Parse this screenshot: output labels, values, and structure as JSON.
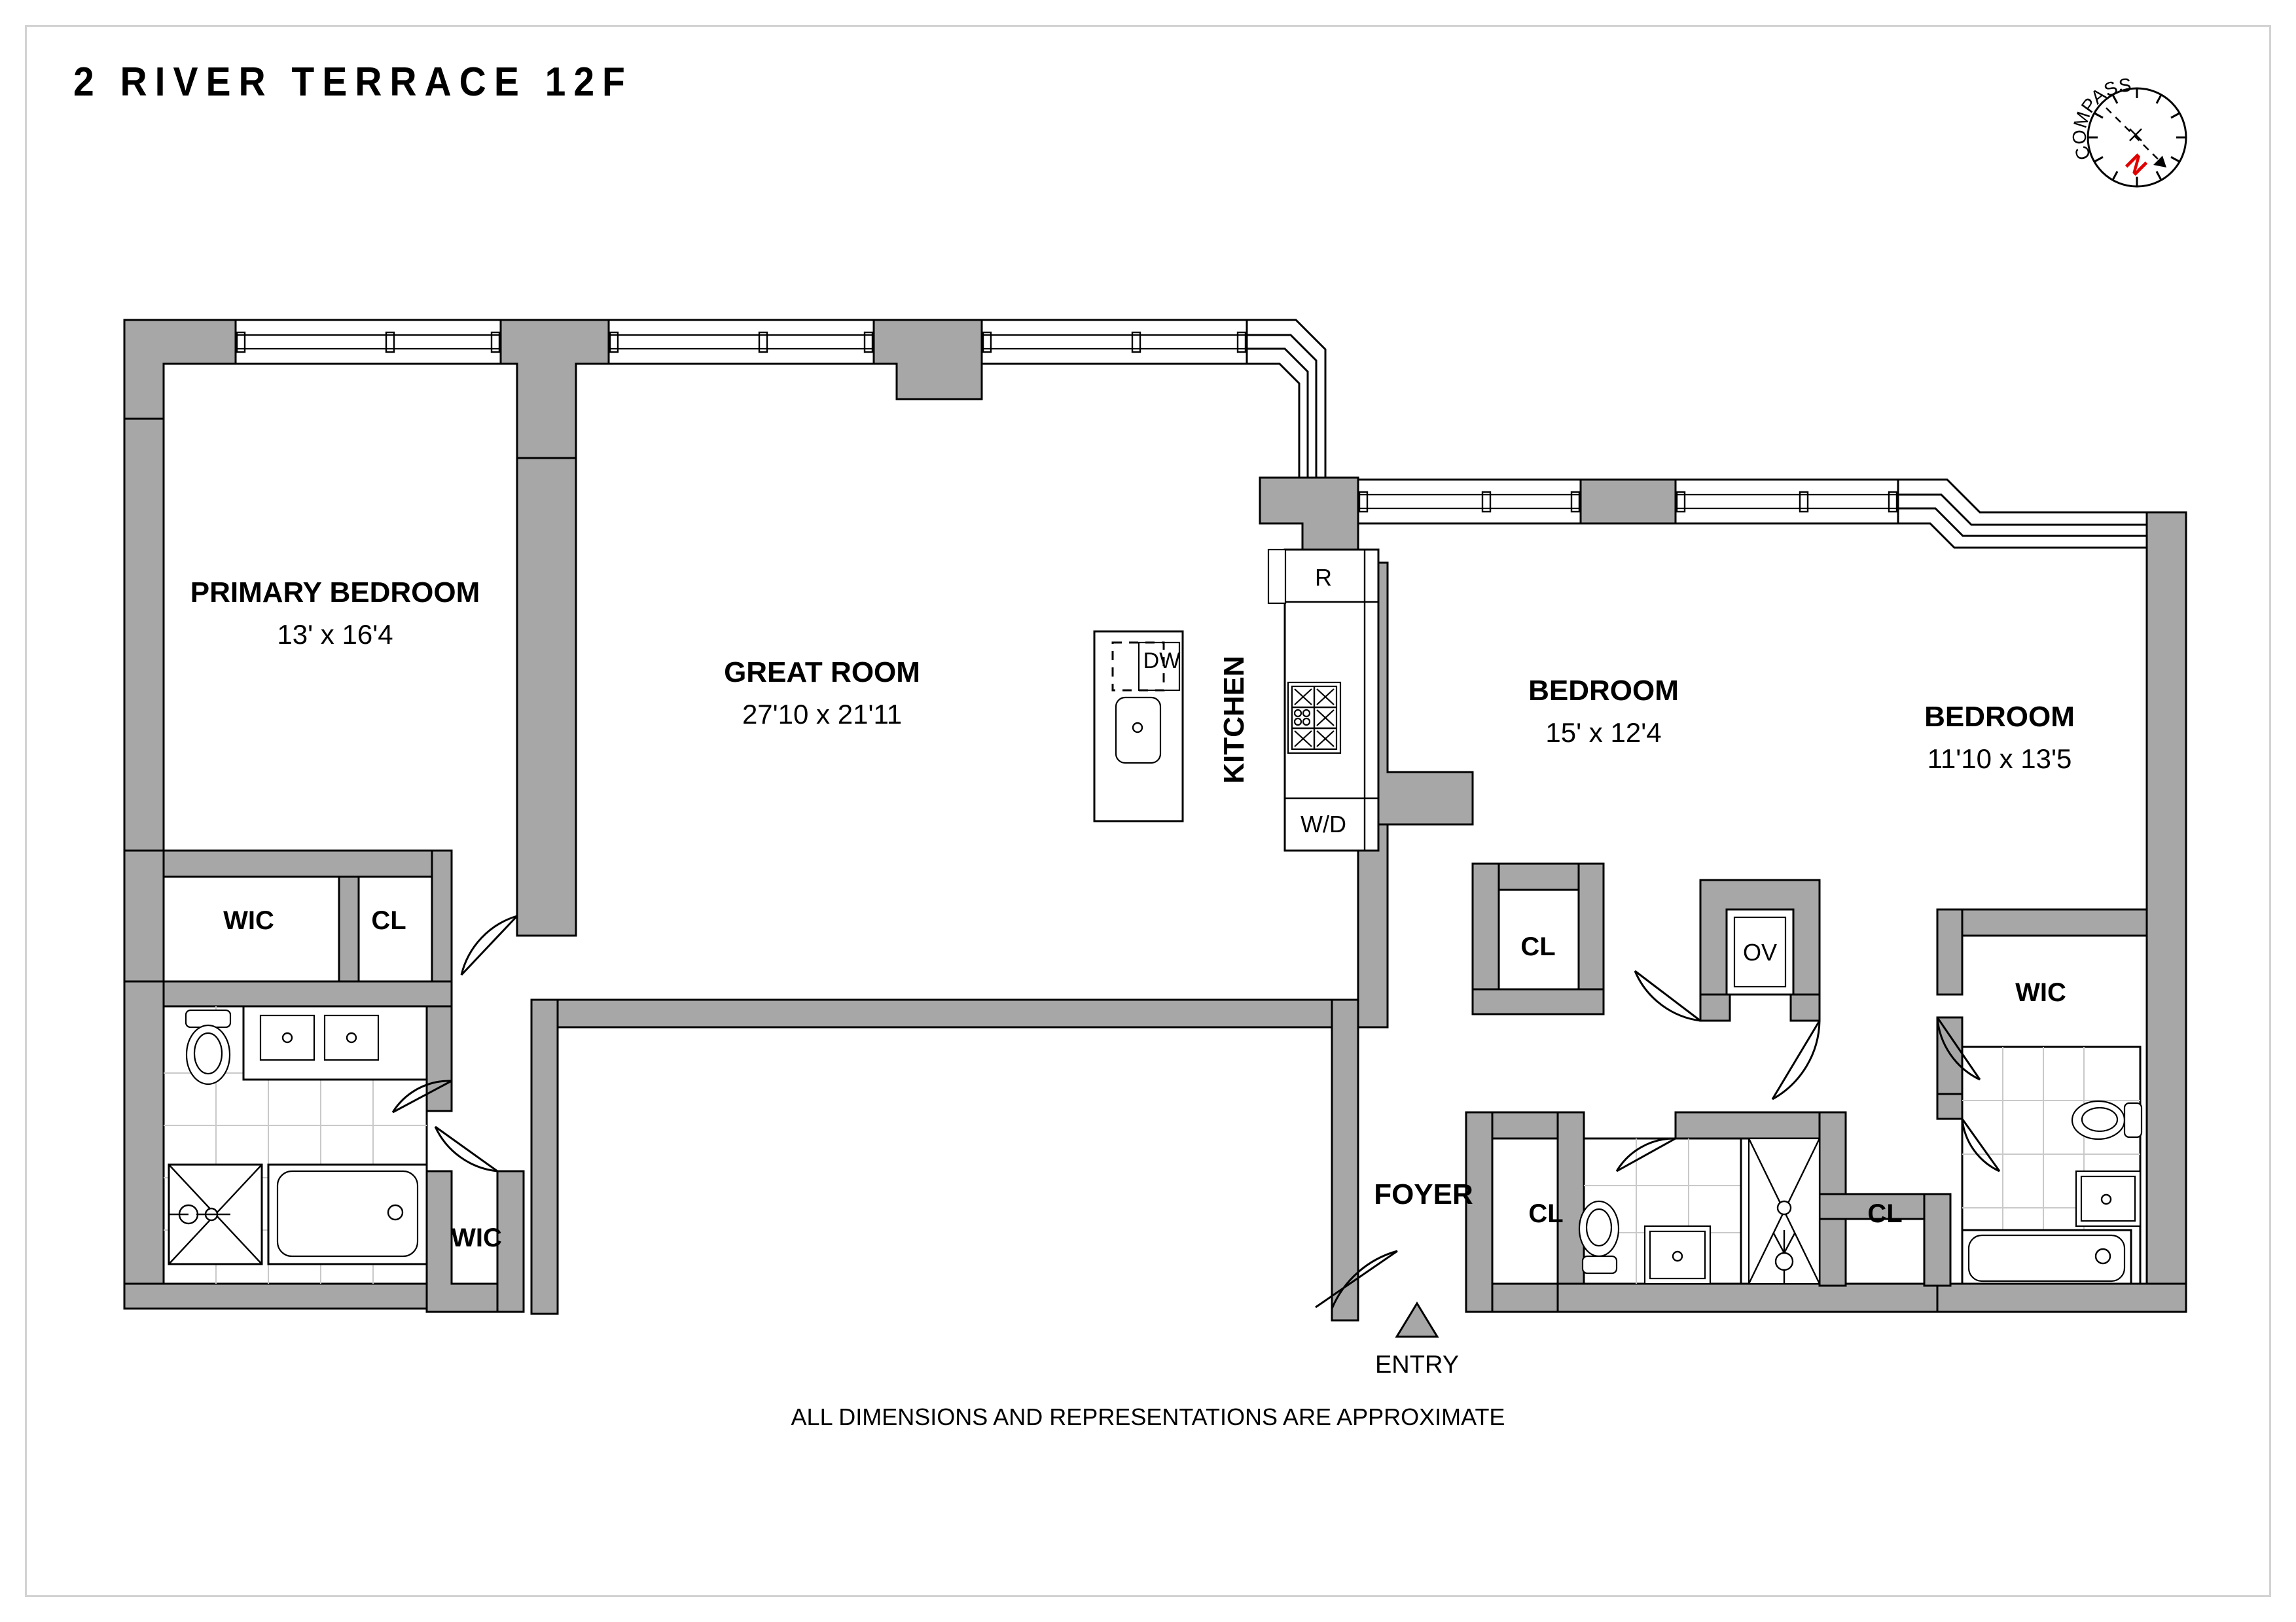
{
  "title": "2 RIVER TERRACE 12F",
  "footer_note": "ALL DIMENSIONS AND REPRESENTATIONS ARE APPROXIMATE",
  "compass": {
    "ring_label": "COMPASS",
    "north_label": "N",
    "north_color": "#e00000",
    "center_mark": "+"
  },
  "colors": {
    "wall_fill": "#a7a7a7",
    "line": "#000000",
    "tile_line": "#c9c9c9",
    "page_border": "#d2d2d2",
    "background": "#ffffff"
  },
  "rooms": [
    {
      "id": "primary-bedroom",
      "name": "PRIMARY BEDROOM",
      "dimensions": "13' x 16'4"
    },
    {
      "id": "great-room",
      "name": "GREAT ROOM",
      "dimensions": "27'10 x 21'11"
    },
    {
      "id": "bedroom-2",
      "name": "BEDROOM",
      "dimensions": "15' x 12'4"
    },
    {
      "id": "bedroom-3",
      "name": "BEDROOM",
      "dimensions": "11'10 x 13'5"
    },
    {
      "id": "kitchen",
      "name": "KITCHEN",
      "dimensions": ""
    },
    {
      "id": "foyer",
      "name": "FOYER",
      "dimensions": ""
    }
  ],
  "closets": [
    {
      "id": "primary-wic",
      "label": "WIC"
    },
    {
      "id": "primary-cl",
      "label": "CL"
    },
    {
      "id": "hall-wic",
      "label": "WIC"
    },
    {
      "id": "bed2-cl",
      "label": "CL"
    },
    {
      "id": "foyer-cl",
      "label": "CL"
    },
    {
      "id": "bath2-cl",
      "label": "CL"
    },
    {
      "id": "bed3-wic",
      "label": "WIC"
    }
  ],
  "appliances": [
    {
      "id": "refrigerator",
      "label": "R"
    },
    {
      "id": "dishwasher",
      "label": "DW"
    },
    {
      "id": "oven",
      "label": "OV"
    },
    {
      "id": "washer-dryer",
      "label": "W/D"
    }
  ],
  "entry": {
    "label": "ENTRY"
  }
}
